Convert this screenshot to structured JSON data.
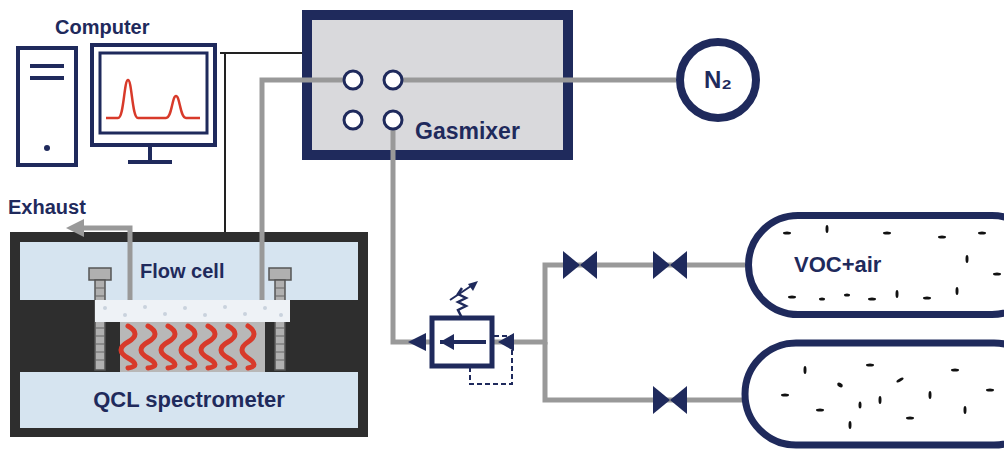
{
  "diagram": {
    "nodes": [
      {
        "text": [
          "Computer"
        ]
      },
      {
        "text": [
          "Gasmixer"
        ]
      },
      {
        "text": [
          "N₂"
        ]
      },
      {
        "text": [
          "Flow cell"
        ]
      },
      {
        "text": [
          "QCL spectrometer"
        ]
      },
      {
        "text": [
          "VOC+air"
        ]
      }
    ],
    "edges": [
      {
        "from": 0,
        "to": 1,
        "arrow": "none"
      },
      {
        "from": 1,
        "to": 2,
        "arrow": "none"
      },
      {
        "from": 1,
        "to": 3,
        "arrow": "none"
      },
      {
        "from": 5,
        "to": 1,
        "arrow": "none"
      }
    ],
    "labels": [
      "Exhaust"
    ]
  }
}
